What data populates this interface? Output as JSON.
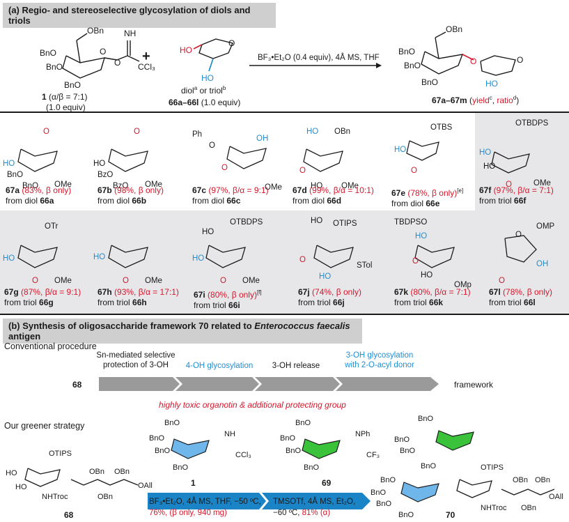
{
  "colors": {
    "red": "#d5172b",
    "blue": "#1f8fd1",
    "green": "#39c23a",
    "lightblue": "#6fb6ea",
    "arrow_gray": "#9a9a9a",
    "arrow_blue": "#1a84c6",
    "header_bg": "#cfcfcf",
    "cell_bg": "#e7e7ea"
  },
  "section_a": {
    "title": "(a) Regio- and stereoselective glycosylation of diols and triols",
    "donor": {
      "num": "1",
      "ratio": " (α/β = 7:1)",
      "equiv": "(1.0 equiv)"
    },
    "plus": "+",
    "acceptor": {
      "desc1": "diol",
      "sup1": "a",
      "desc2": " or triol",
      "sup2": "b",
      "range": "66a–66l",
      "equiv": " (1.0 equiv)"
    },
    "conditions": "BF₃•Et₂O (0.4 equiv), 4Å MS, THF",
    "product": {
      "range": "67a–67m",
      "open": " (",
      "yield": "yield",
      "sup_c": "c",
      "comma": ", ",
      "ratio": "ratio",
      "sup_d": "d",
      "close": ")"
    },
    "compounds": [
      {
        "num": "67a",
        "result": " (83%, β only)",
        "sup": "",
        "src": "from diol ",
        "src_num": "66a"
      },
      {
        "num": "67b",
        "result": " (98%, β only)",
        "sup": "",
        "src": "from diol ",
        "src_num": "66b"
      },
      {
        "num": "67c",
        "result": " (97%, β/α = 9:1)",
        "sup": "",
        "src": "from diol ",
        "src_num": "66c"
      },
      {
        "num": "67d",
        "result": " (99%, β/α = 10:1)",
        "sup": "",
        "src": "from diol ",
        "src_num": "66d"
      },
      {
        "num": "67e",
        "result": " (78%, β only)",
        "sup": "[e]",
        "src": "from diol ",
        "src_num": "66e"
      },
      {
        "num": "67f",
        "result": " (97%, β/α = 7:1)",
        "sup": "",
        "src": "from triol ",
        "src_num": "66f"
      },
      {
        "num": "67g",
        "result": " (87%, β/α = 9:1)",
        "sup": "",
        "src": "from triol ",
        "src_num": "66g"
      },
      {
        "num": "67h",
        "result": " (93%, β/α = 17:1)",
        "sup": "",
        "src": "from triol ",
        "src_num": "66h"
      },
      {
        "num": "67i",
        "result": " (80%, β only)",
        "sup": "[f]",
        "src": "from triol ",
        "src_num": "66i"
      },
      {
        "num": "67j",
        "result": " (74%, β only)",
        "sup": "",
        "src": "from triol ",
        "src_num": "66j"
      },
      {
        "num": "67k",
        "result": " (80%, β/α = 7:1)",
        "sup": "",
        "src": "from triol ",
        "src_num": "66k"
      },
      {
        "num": "67l",
        "result": " (78%, β only)",
        "sup": "",
        "src": "from triol ",
        "src_num": "66l"
      }
    ]
  },
  "section_b": {
    "title_pre": "(b) Synthesis of oligosaccharide framework 70 related to ",
    "title_em": "Enterococcus faecalis",
    "title_post": " antigen",
    "conventional": "Conventional procedure",
    "start": "68",
    "steps": [
      "Sn-mediated selective\nprotection of 3-OH",
      "4-OH glycosylation",
      "3-OH release",
      "3-OH glycosylation\nwith 2-O-acyl donor"
    ],
    "end": "framework",
    "warning": "highly toxic organotin & additional protecting group",
    "greener": "Our greener strategy",
    "donor1": "1",
    "donor2": "69",
    "sm": "68",
    "product": "70",
    "cond1": "BF₃•Et₂O, 4Å MS, THF, −50 ºC,",
    "cond1_red": "76%, (β only, 940 mg)",
    "cond2": "TMSOTf, 4Å MS, Et₂O,",
    "cond2b": "−60 ºC, ",
    "cond2_red": "81% (α)"
  },
  "chem": {
    "OBn": "OBn",
    "BnO": "BnO",
    "O": "O",
    "NH": "NH",
    "CCl3": "CCl₃",
    "HO": "HO",
    "OMe": "OMe",
    "BzO": "BzO",
    "Ph": "Ph",
    "OH": "OH",
    "OTBS": "OTBS",
    "OTBDPS": "OTBDPS",
    "OTr": "OTr",
    "OTIPS": "OTIPS",
    "STol": "STol",
    "TBDPSO": "TBDPSO",
    "OMp": "OMp",
    "OMP": "OMP",
    "NHTroc": "NHTroc",
    "OAll": "OAll",
    "NPh": "NPh",
    "CF3": "CF₃"
  }
}
